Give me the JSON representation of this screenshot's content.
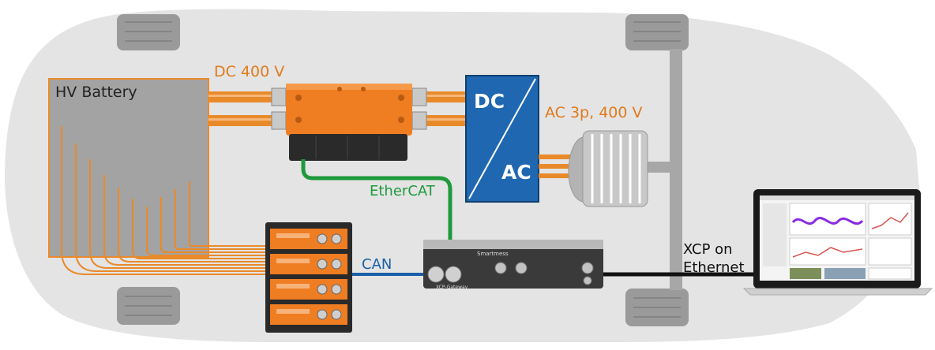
{
  "labels": {
    "hv_battery": "HV Battery",
    "dc_400v": "DC 400 V",
    "inverter_dc": "DC",
    "inverter_ac": "AC",
    "ac_3p": "AC 3p, 400 V",
    "ethercat": "EtherCAT",
    "can": "CAN",
    "xcp_line1": "XCP on",
    "xcp_line2": "Ethernet"
  },
  "device": {
    "brand": "Smartmess",
    "name": "XCP-Gateway"
  },
  "colors": {
    "hv_cable": "#e98a2a",
    "ethercat": "#1e9a3c",
    "can": "#1b5fa6",
    "ethernet": "#111111",
    "inverter": "#1f67b1",
    "car_body": "#e4e4e4"
  }
}
